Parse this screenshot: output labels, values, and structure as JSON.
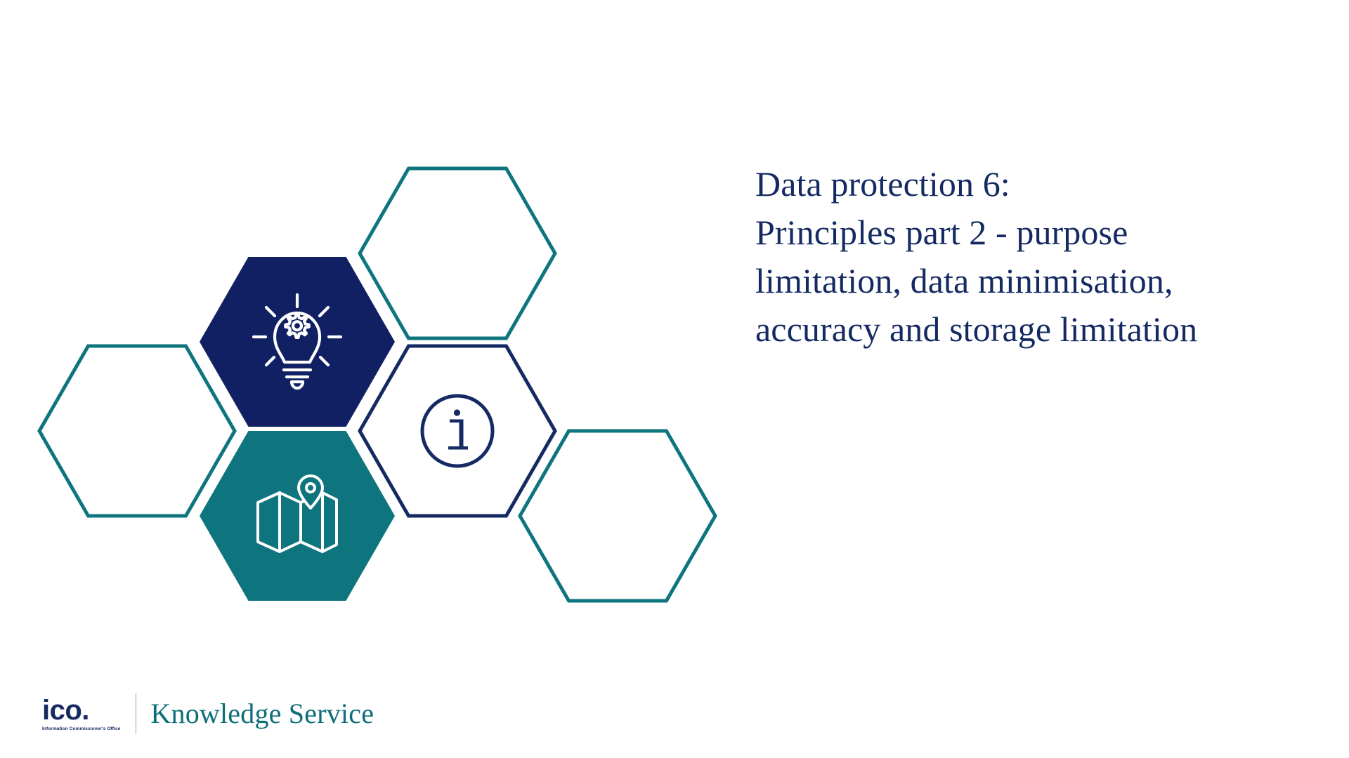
{
  "slide": {
    "background_color": "#ffffff",
    "title_lines": [
      "Data protection 6:",
      "Principles part 2 - purpose",
      "limitation, data minimisation,",
      "accuracy and storage limitation"
    ],
    "title_color": "#152A62"
  },
  "palette": {
    "navy": "#102063",
    "teal": "#0E757F",
    "navy_text": "#152A62",
    "teal_text": "#0E6E78",
    "white": "#ffffff"
  },
  "hexagons": [
    {
      "id": "hex-top",
      "name": "hexagon-outline-top",
      "style": "outline",
      "stroke_color": "#0E757F",
      "fill_color": "#ffffff",
      "icon": null
    },
    {
      "id": "hex-left",
      "name": "hexagon-outline-left",
      "style": "outline",
      "stroke_color": "#0E757F",
      "fill_color": "#ffffff",
      "icon": null
    },
    {
      "id": "hex-lightbulb",
      "name": "hexagon-filled-lightbulb",
      "style": "filled",
      "fill_color": "#102063",
      "icon": "lightbulb-gear-icon",
      "icon_color": "#ffffff"
    },
    {
      "id": "hex-info",
      "name": "hexagon-outline-info",
      "style": "outline",
      "stroke_color": "#152A62",
      "fill_color": "#ffffff",
      "icon": "info-circle-icon",
      "icon_color": "#152A62"
    },
    {
      "id": "hex-map",
      "name": "hexagon-filled-map",
      "style": "filled",
      "fill_color": "#0E757F",
      "icon": "map-pin-icon",
      "icon_color": "#ffffff"
    },
    {
      "id": "hex-bottom-right",
      "name": "hexagon-outline-bottom-right",
      "style": "outline",
      "stroke_color": "#0E757F",
      "fill_color": "#ffffff",
      "icon": null
    }
  ],
  "footer": {
    "ico_wordmark": "ico.",
    "ico_tagline": "Information Commissioner's Office",
    "service_name": "Knowledge Service"
  }
}
